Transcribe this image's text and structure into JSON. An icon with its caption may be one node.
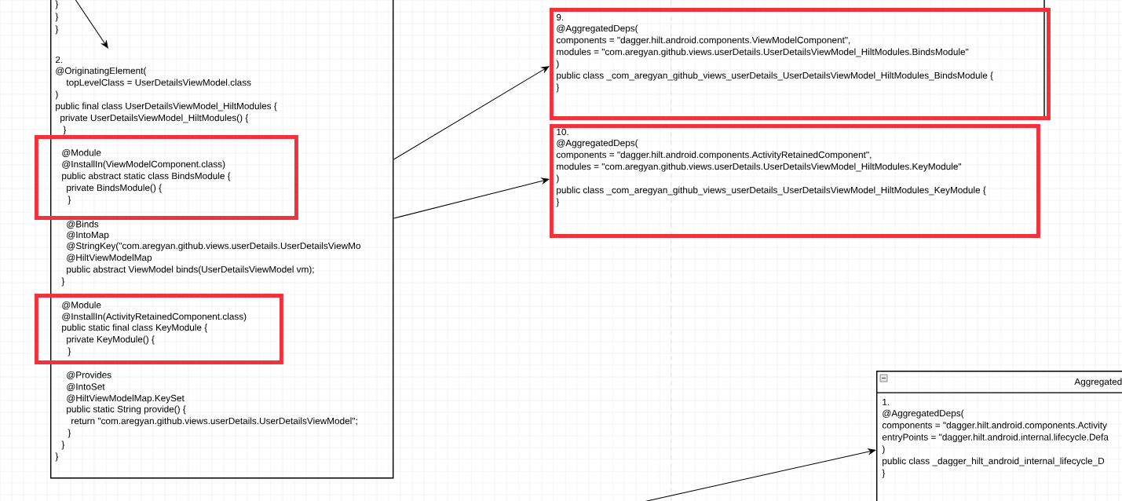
{
  "diagram": {
    "nodes": [
      {
        "text": [
          "}",
          "}",
          "}",
          "2.",
          "@OriginatingElement(",
          "topLevelClass = UserDetailsViewModel.class",
          ")",
          "public final class UserDetailsViewModel_HiltModules {",
          "private UserDetailsViewModel_HiltModules() {",
          "}",
          "@Binds",
          "@IntoMap",
          "@StringKey(\"com.aregyan.github.views.userDetails.UserDetailsViewMo",
          "@HiltViewModelMap",
          "public abstract ViewModel binds(UserDetailsViewModel vm);",
          "}",
          "@Provides",
          "@IntoSet",
          "@HiltViewModelMap.KeySet",
          "public static String provide() {",
          "return \"com.aregyan.github.views.userDetails.UserDetailsViewModel\";",
          "}",
          "}",
          "}"
        ]
      },
      {
        "text": [
          "@Module",
          "@InstallIn(ViewModelComponent.class)",
          "public abstract static class BindsModule {",
          "private BindsModule() {",
          "}"
        ],
        "in": 0
      },
      {
        "text": [
          "@Module",
          "@InstallIn(ActivityRetainedComponent.class)",
          "public static final class KeyModule {",
          "private KeyModule() {",
          "}"
        ],
        "in": 0
      },
      {
        "text": [
          "9.",
          "@AggregatedDeps(",
          "components = \"dagger.hilt.android.components.ViewModelComponent\",",
          "modules = \"com.aregyan.github.views.userDetails.UserDetailsViewModel_HiltModules.BindsModule\"",
          ")",
          "public class _com_aregyan_github_views_userDetails_UserDetailsViewModel_HiltModules_BindsModule {",
          "}"
        ]
      },
      {
        "text": [
          "10.",
          "@AggregatedDeps(",
          "components = \"dagger.hilt.android.components.ActivityRetainedComponent\",",
          "modules = \"com.aregyan.github.views.userDetails.UserDetailsViewModel_HiltModules.KeyModule\"",
          ")",
          "public class _com_aregyan_github_views_userDetails_UserDetailsViewModel_HiltModules_KeyModule {",
          "}"
        ]
      },
      {
        "text": [
          "Aggregated",
          "1.",
          "@AggregatedDeps(",
          "components = \"dagger.hilt.android.components.Activity",
          "entryPoints = \"dagger.hilt.android.internal.lifecycle.Defa",
          ")",
          "public class _dagger_hilt_android_internal_lifecycle_D",
          "}"
        ]
      }
    ],
    "edges": [
      {
        "from": 0,
        "to": 3,
        "arrow": "to"
      },
      {
        "from": 0,
        "to": 4,
        "arrow": "to"
      },
      {
        "from": null,
        "to": 5,
        "arrow": "to"
      }
    ]
  }
}
